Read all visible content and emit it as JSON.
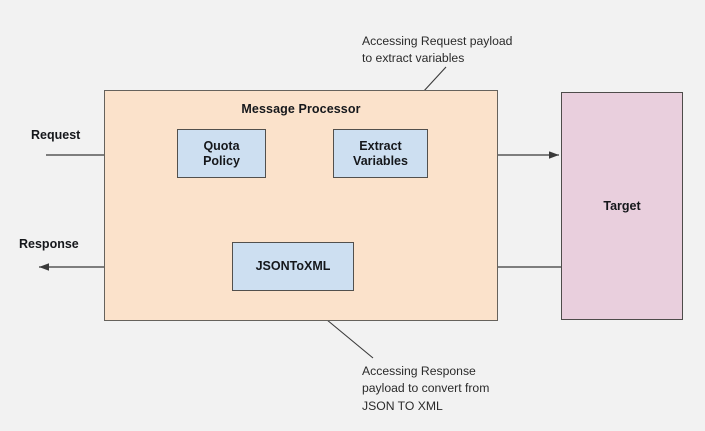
{
  "diagram": {
    "title": "Message Processor request/response flow",
    "background_color": "#f2f2f2",
    "containers": [
      {
        "id": "message-processor",
        "label": "Message Processor",
        "fill": "#fbe2cb",
        "stroke": "#66625c"
      },
      {
        "id": "target",
        "label": "Target",
        "fill": "#e9cfdd",
        "stroke": "#4e4c4a"
      }
    ],
    "policies": [
      {
        "id": "quota-policy",
        "label": "Quota\nPolicy",
        "line1": "Quota",
        "line2": "Policy",
        "fill": "#cddff1",
        "stroke": "#52504d"
      },
      {
        "id": "extract-variables",
        "label": "Extract\nVariables",
        "line1": "Extract",
        "line2": "Variables",
        "fill": "#cddff1",
        "stroke": "#52504d"
      },
      {
        "id": "jsontoxml",
        "label": "JSONToXML",
        "line1": "JSONToXML",
        "line2": "",
        "fill": "#cddff1",
        "stroke": "#52504d"
      }
    ],
    "flow_labels": {
      "request": "Request",
      "response": "Response"
    },
    "annotations": {
      "request_note": "Accessing Request payload\nto extract variables",
      "response_note": "Accessing Response\npayload to convert from\nJSON TO XML"
    },
    "connector_color": "#3a3a3a"
  }
}
